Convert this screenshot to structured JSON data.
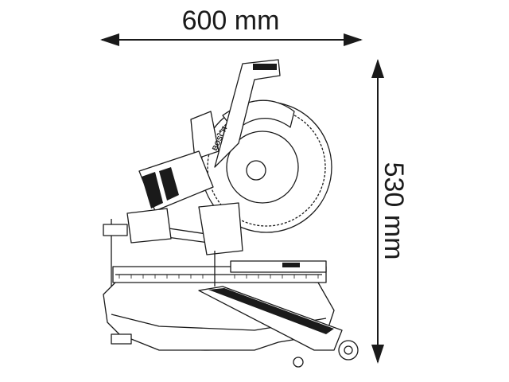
{
  "dimensions": {
    "width_label": "600 mm",
    "height_label": "530 mm"
  },
  "product": {
    "brand_logo": "BOSCH",
    "type": "sliding mitre saw line drawing"
  }
}
